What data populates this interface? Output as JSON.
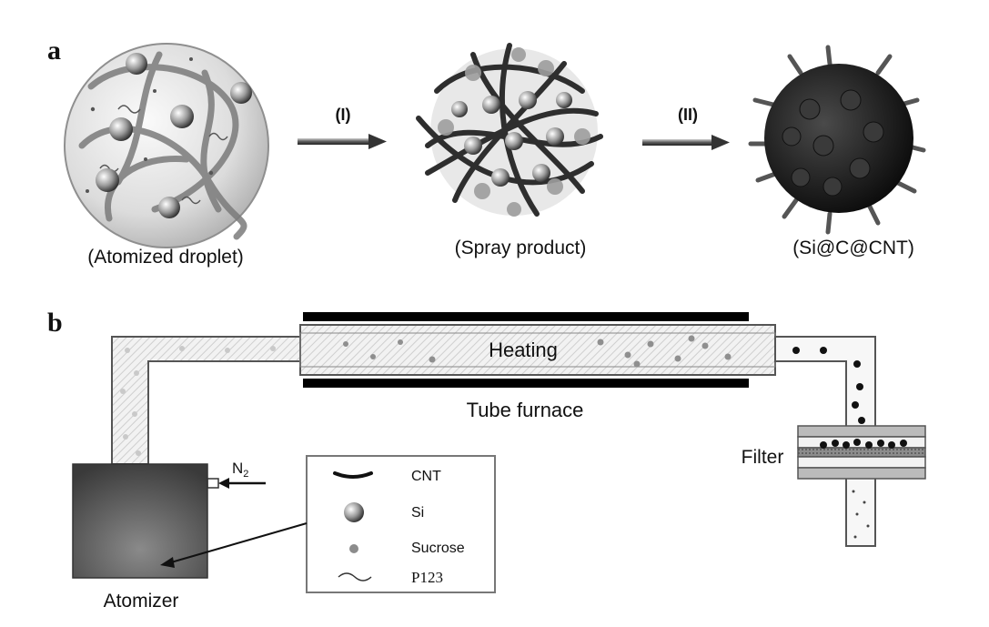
{
  "panel_a": {
    "label": "a",
    "arrow_1_label": "(I)",
    "arrow_2_label": "(II)",
    "stage_1_caption": "(Atomized droplet)",
    "stage_2_caption": "(Spray product)",
    "stage_3_caption": "(Si@C@CNT)"
  },
  "panel_b": {
    "label": "b",
    "heating_label": "Heating",
    "furnace_label": "Tube furnace",
    "filter_label": "Filter",
    "atomizer_label": "Atomizer",
    "gas_label": "N",
    "gas_subscript": "2",
    "legend": {
      "cnt": "CNT",
      "si": "Si",
      "sucrose": "Sucrose",
      "p123": "P123"
    }
  },
  "colors": {
    "ink": "#111111",
    "tube_fill": "#eeeeee",
    "furnace_bar": "#000000"
  }
}
